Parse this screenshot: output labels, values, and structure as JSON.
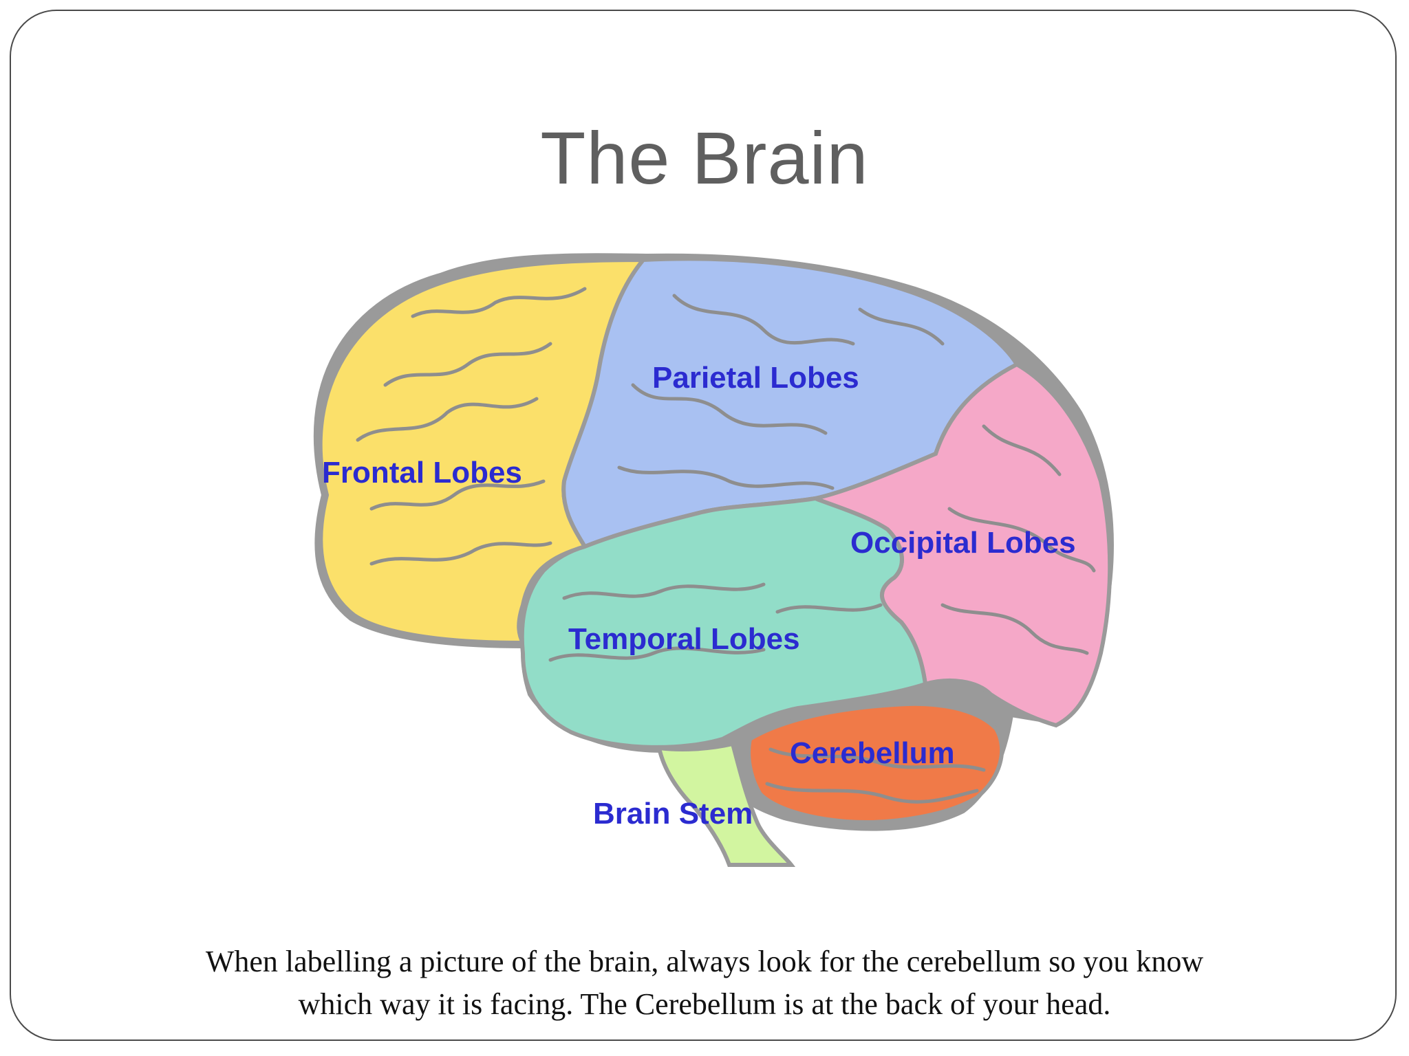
{
  "slide": {
    "title": "The Brain",
    "caption_line1": "When labelling a picture of the brain, always look for the cerebellum so you know",
    "caption_line2": "which way it is facing. The Cerebellum is at the back of your head."
  },
  "diagram": {
    "labels": {
      "frontal": "Frontal Lobes",
      "parietal": "Parietal Lobes",
      "occipital": "Occipital Lobes",
      "temporal": "Temporal Lobes",
      "cerebellum": "Cerebellum",
      "brain_stem": "Brain Stem"
    },
    "colors": {
      "frontal": "#fbe06a",
      "parietal": "#a9c1f2",
      "occipital": "#f5a8c8",
      "temporal": "#92ddc8",
      "cerebellum": "#f07a48",
      "brain_stem": "#d2f5a0",
      "outline": "#9a9a9a",
      "label": "#2b2bd0"
    }
  }
}
